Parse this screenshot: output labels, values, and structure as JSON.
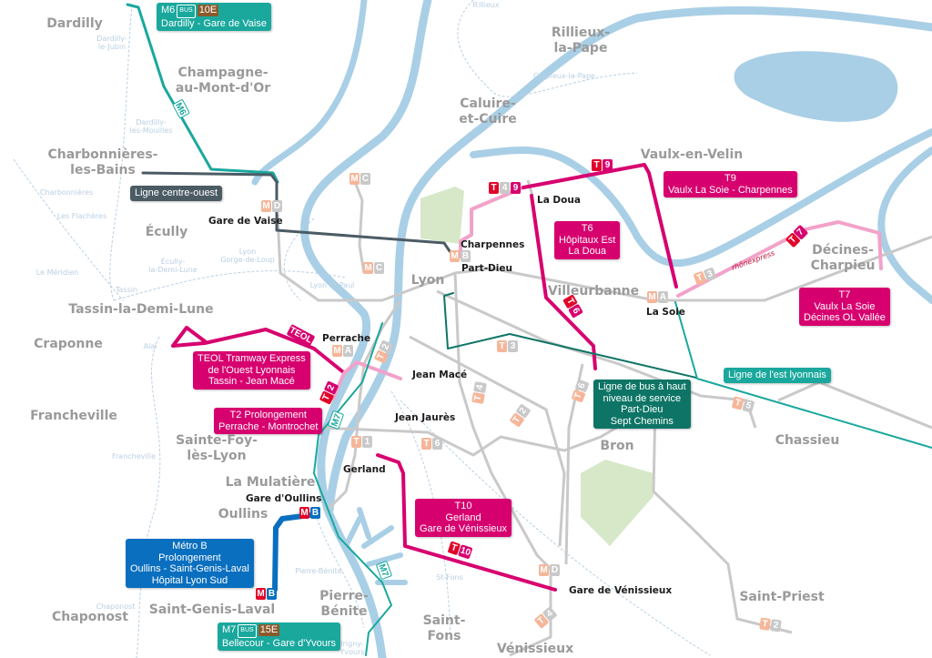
{
  "cities": [
    "Dardilly",
    "Champagne-\nau-Mont-d'Or",
    "Charbonnières-\nles-Bains",
    "Écully",
    "Tassin-la-Demi-Lune",
    "Craponne",
    "Francheville",
    "Sainte-Foy-\nlès-Lyon",
    "La Mulatière",
    "Oullins",
    "Saint-Genis-Laval",
    "Chaponost",
    "Pierre-\nBénite",
    "Saint-\nFons",
    "Vénissieux",
    "Saint-Priest",
    "Chassieu",
    "Bron",
    "Villeurbanne",
    "Lyon",
    "Vaulx-en-Velin",
    "Décines-\nCharpieu",
    "Caluire-\net-Cuire",
    "Rillieux-\nla-Pape"
  ],
  "rail_stations": [
    "Dardilly-\nle-Jubin",
    "Dardilly-\nles-Mouilles",
    "Charbonnières",
    "Les Flachères",
    "Le Méridien",
    "Écully-\nla-Demi-Lune",
    "Lyon\nGorge-de-Loup",
    "Tassin",
    "Lyon St-Paul",
    "Alaï",
    "Francheville",
    "Chaponost",
    "Pierre-Bénite",
    "Irigny-\nYvours",
    "St-Fons",
    "Rillieux",
    "Crépieux-la-Pape"
  ],
  "stations": [
    "Gare de Vaise",
    "Charpennes",
    "Part-Dieu",
    "La Doua",
    "La Soie",
    "Perrache",
    "Jean Macé",
    "Jean Jaurès",
    "Gerland",
    "Gare d'Oullins",
    "Gare de Vénissieux"
  ],
  "callouts": {
    "m6": {
      "line": "M6",
      "bus": "BUS",
      "num": "10E",
      "text": "Dardilly - Gare de Vaise"
    },
    "centre_ouest": [
      "Ligne centre-ouest"
    ],
    "t9": [
      "T9",
      "Vaulx La Soie - Charpennes"
    ],
    "t6": [
      "T6",
      "Hôpitaux Est",
      "La Doua"
    ],
    "t7": [
      "T7",
      "Vaulx La Soie",
      "Décines OL Vallée"
    ],
    "teol": [
      "TEOL Tramway Express",
      "de l'Ouest Lyonnais",
      "Tassin - Jean Macé"
    ],
    "t2": [
      "T2 Prolongement",
      "Perrache - Montrochet"
    ],
    "lel": [
      "Ligne de l'est lyonnais"
    ],
    "bhns": [
      "Ligne de bus à haut",
      "niveau de service",
      "Part-Dieu",
      "Sept Chemins"
    ],
    "t10": [
      "T10",
      "Gerland",
      "Gare de Vénissieux"
    ],
    "metro_b": [
      "Métro B",
      "Prolongement",
      "Oullins - Saint-Genis-Laval",
      "Hôpital Lyon Sud"
    ],
    "m7": {
      "line": "M7",
      "bus": "BUS",
      "num": "15E",
      "text": "Bellecour - Gare d'Yvours"
    }
  },
  "line_tags": {
    "m6": "M6",
    "m7": "M7",
    "teol": "TEOL",
    "rhonexpress": "rhônexpress"
  },
  "badges": [
    [
      "T",
      "9"
    ],
    [
      "T",
      "4",
      "9"
    ],
    [
      "T",
      "6"
    ],
    [
      "T",
      "7"
    ],
    [
      "T",
      "3"
    ],
    [
      "M",
      "A"
    ],
    [
      "M",
      "B"
    ],
    [
      "M",
      "C"
    ],
    [
      "M",
      "C"
    ],
    [
      "M",
      "D"
    ],
    [
      "M",
      "A"
    ],
    [
      "T",
      "2"
    ],
    [
      "T",
      "1"
    ],
    [
      "T",
      "6"
    ],
    [
      "T",
      "3"
    ],
    [
      "T",
      "4"
    ],
    [
      "T",
      "2"
    ],
    [
      "T",
      "6"
    ],
    [
      "T",
      "5"
    ],
    [
      "M",
      "D"
    ],
    [
      "T",
      "4"
    ],
    [
      "T",
      "2"
    ],
    [
      "T",
      "10"
    ],
    [
      "M",
      "B"
    ],
    [
      "M",
      "B"
    ],
    [
      "T",
      "2"
    ]
  ],
  "colors": {
    "tram_new": "#d7006f",
    "tram_ext": "#f2a2c9",
    "metro_b": "#0a6fbf",
    "bus_teal": "#1aa89d",
    "bhns": "#0e7566",
    "centre_ouest": "#4b5b64",
    "network": "#c9c9c9",
    "water": "#a9cfe6",
    "park": "#d6e8c8"
  }
}
